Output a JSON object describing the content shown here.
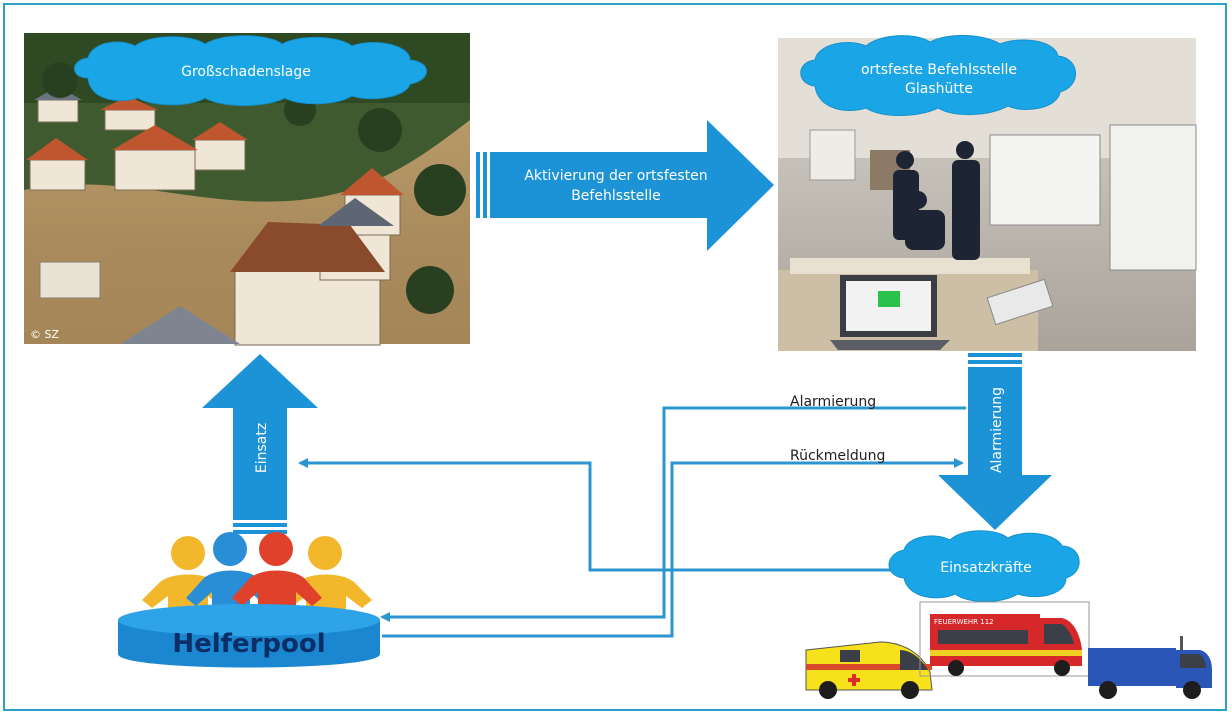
{
  "colors": {
    "border": "#2c9fc9",
    "arrow_fill": "#1b93d6",
    "cloud_fill": "#1aa6e6",
    "flow_line": "#2b95d2",
    "label_dark": "#1f1f1f",
    "helperpool_text": "#0b2e66"
  },
  "clouds": {
    "disaster": "Großschadenslage",
    "command_line1": "ortsfeste Befehlsstelle",
    "command_line2": "Glashütte",
    "forces": "Einsatzkräfte"
  },
  "arrows": {
    "activation_line1": "Aktivierung der ortsfesten",
    "activation_line2": "Befehlsstelle",
    "deployment": "Einsatz",
    "alarm_vertical": "Alarmierung"
  },
  "flow_labels": {
    "alarm": "Alarmierung",
    "feedback": "Rückmeldung"
  },
  "helper_pool": {
    "label": "Helferpool"
  },
  "photos": {
    "disaster_credit": "© SZ",
    "disaster_icon": "flood-photo",
    "command_icon": "command-room-photo"
  },
  "vehicles": {
    "ambulance_icon": "ambulance-icon",
    "fire_truck_icon": "fire-truck-icon",
    "fire_truck_text": "FEUERWEHR 112",
    "thw_truck_icon": "thw-truck-icon"
  }
}
